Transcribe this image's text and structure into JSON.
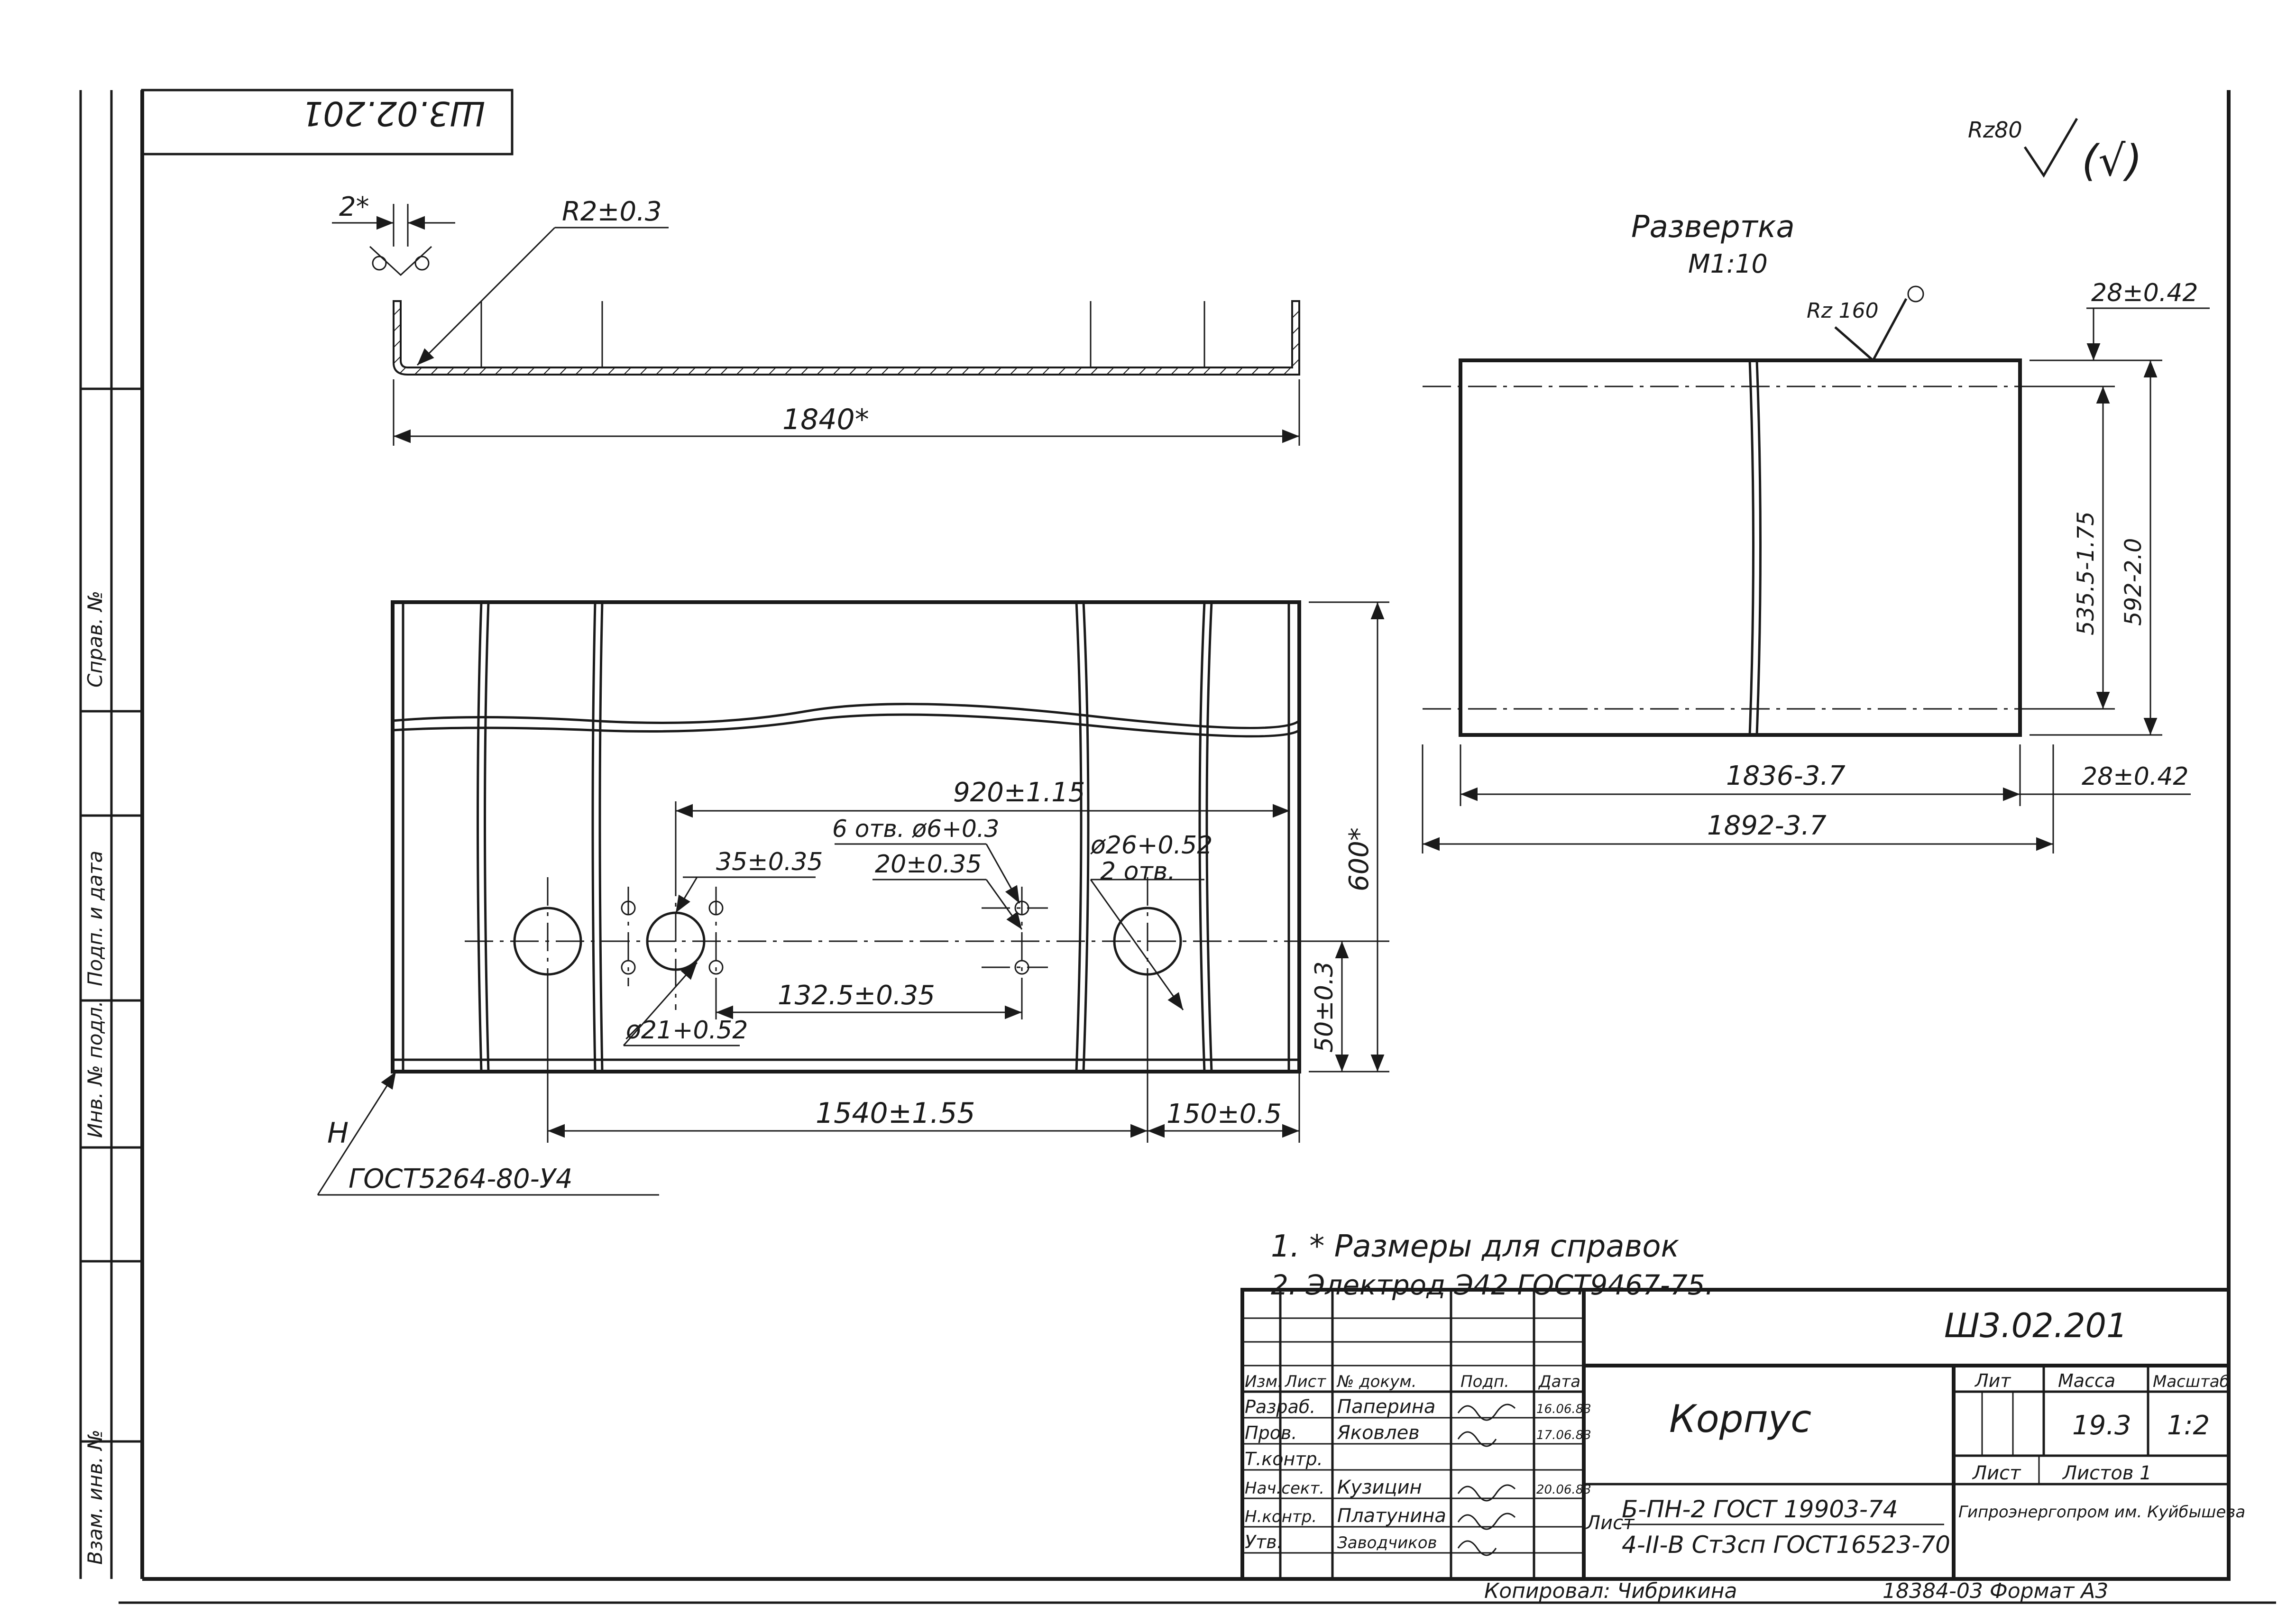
{
  "frame": {
    "corner_stamp": "Ш3.02.201",
    "roughness_global": "Rz80",
    "side_labels": [
      "Взам. инв. №",
      "Подп. и дата",
      "Инв. № подл.",
      "Справ. №"
    ]
  },
  "section_view": {
    "dim_gap": "2*",
    "dim_radius": "R2±0.3",
    "dim_length": "1840*"
  },
  "plan_view": {
    "dim_920": "920±1.15",
    "dim_6holes": "6 отв. ø6+0.3",
    "dim_35": "35±0.35",
    "dim_20": "20±0.35",
    "dim_26": "ø26+0.52",
    "dim_2holes": "2 отв.",
    "dim_1325": "132.5±0.35",
    "dim_21": "ø21+0.52",
    "dim_1540": "1540±1.55",
    "dim_150": "150±0.5",
    "dim_600": "600*",
    "dim_50": "50±0.3",
    "weld_mark": "Н",
    "weld_standard": "ГОСТ5264-80-У4"
  },
  "unfold_view": {
    "title": "Развертка",
    "scale": "М1:10",
    "roughness": "Rz 160",
    "dim_28_top": "28±0.42",
    "dim_28_bottom": "28±0.42",
    "dim_5355": "535.5-1.75",
    "dim_592": "592-2.0",
    "dim_1836": "1836-3.7",
    "dim_1892": "1892-3.7"
  },
  "notes": [
    "1. * Размеры для справок",
    "2. Электрод Э42 ГОСТ9467-75."
  ],
  "title_block": {
    "designation": "Ш3.02.201",
    "part_name": "Корпус",
    "material_line1": "Б-ПН-2 ГОСТ 19903-74",
    "material_line2": "4-II-В Ст3сп ГОСТ16523-70",
    "material_prefix": "Лист",
    "header_cols": [
      "Изм.",
      "Лист",
      "№ докум.",
      "Подп.",
      "Дата"
    ],
    "roles": [
      {
        "role": "Разраб.",
        "name": "Паперина",
        "date": "16.06.83"
      },
      {
        "role": "Пров.",
        "name": "Яковлев",
        "date": "17.06.83"
      },
      {
        "role": "Т.контр.",
        "name": "",
        "date": ""
      },
      {
        "role": "Нач.сект.",
        "name": "Кузицин",
        "date": "20.06.83"
      },
      {
        "role": "Н.контр.",
        "name": "Платунина",
        "date": ""
      },
      {
        "role": "Утв.",
        "name": "Заводчиков",
        "date": ""
      }
    ],
    "lit_label": "Лит",
    "mass_label": "Масса",
    "scale_label": "Масштаб",
    "mass": "19.3",
    "scale": "1:2",
    "sheet_label": "Лист",
    "sheets_label": "Листов 1",
    "org": "Гипроэнергопром им. Куйбышева",
    "copied_by": "Копировал: Чибрикина",
    "format": "18384-03   Формат А3"
  }
}
